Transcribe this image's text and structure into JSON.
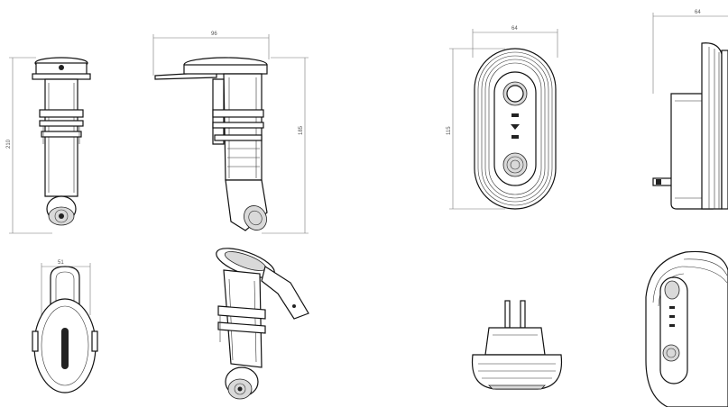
{
  "dimensions": {
    "detector_height": "210",
    "detector_width_overall": "96",
    "detector_side_height": "185",
    "detector_bottom_width": "51",
    "alarm_width_front": "64",
    "alarm_height_front": "115",
    "alarm_width_side": "64"
  },
  "colors": {
    "line": "#222222",
    "dimension": "#777777",
    "shade": "#d9d9d9"
  }
}
